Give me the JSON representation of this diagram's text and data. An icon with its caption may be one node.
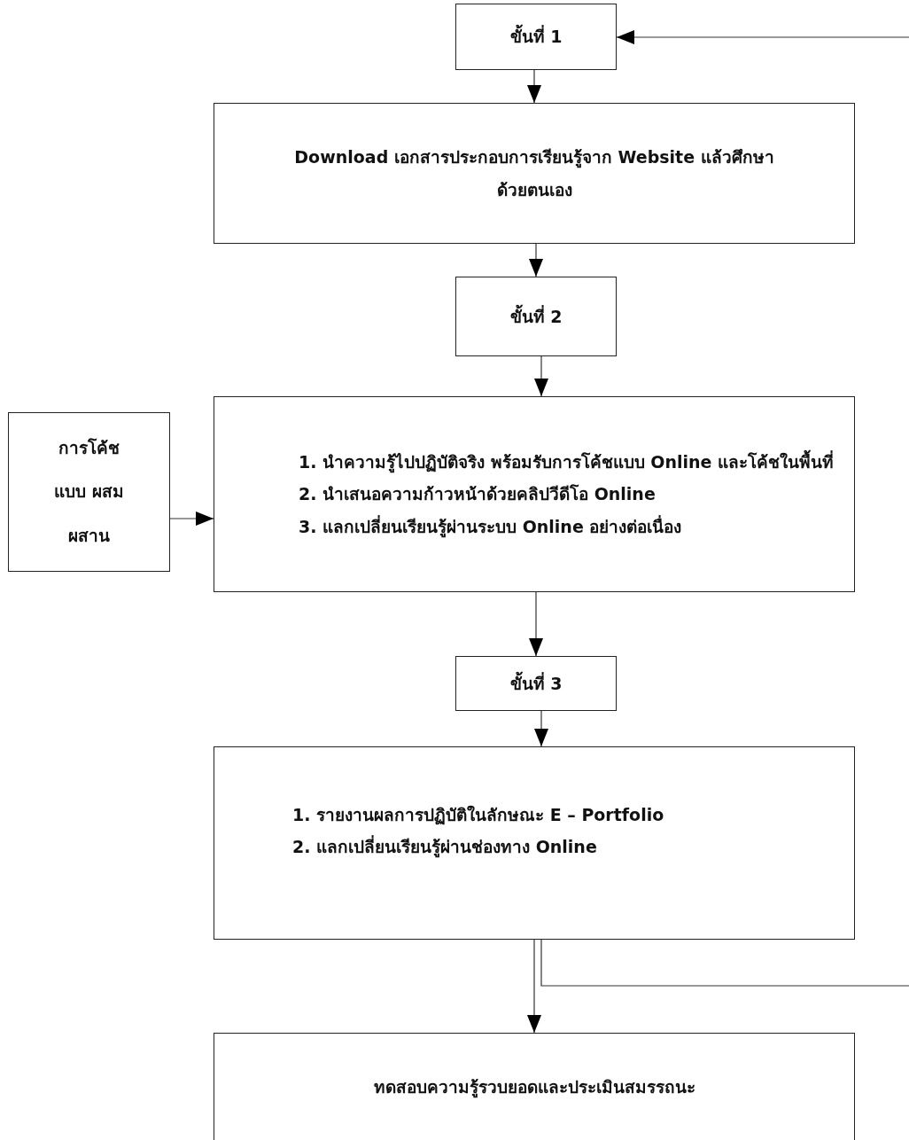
{
  "diagram": {
    "nodes": [
      {
        "text": [
          "ขั้นที่ 1"
        ]
      },
      {
        "text": [
          "Download เอกสารประกอบการเรียนรู้จาก Website แล้วศึกษาด้วยตนเอง"
        ]
      },
      {
        "text": [
          "ขั้นที่ 2"
        ]
      },
      {
        "text": [
          "การโค้ช แบบ ผสมผสาน"
        ]
      },
      {
        "text": [
          "1. นำความรู้ไปปฏิบัติจริง พร้อมรับการโค้ชแบบ Online และโค้ชในพื้นที่",
          "2. นำเสนอความก้าวหน้าด้วยคลิปวีดีโอ Online",
          "3. แลกเปลี่ยนเรียนรู้ผ่านระบบ Online อย่างต่อเนื่อง"
        ]
      },
      {
        "text": [
          "ขั้นที่ 3"
        ]
      },
      {
        "text": [
          "1. รายงานผลการปฏิบัติในลักษณะ E – Portfolio",
          "2. แลกเปลี่ยนเรียนรู้ผ่านช่องทาง Online"
        ]
      },
      {
        "text": [
          "ทดสอบความรู้รวบยอดและประเมินสมรรถนะ"
        ]
      }
    ],
    "edges": [
      {
        "from": 0,
        "to": 1,
        "arrow": "to"
      },
      {
        "from": 1,
        "to": 2,
        "arrow": "to"
      },
      {
        "from": 2,
        "to": 4,
        "arrow": "to"
      },
      {
        "from": 3,
        "to": 4,
        "arrow": "to"
      },
      {
        "from": 4,
        "to": 5,
        "arrow": "to"
      },
      {
        "from": 5,
        "to": 6,
        "arrow": "to"
      },
      {
        "from": 6,
        "to": 7,
        "arrow": "to"
      },
      {
        "from": 6,
        "to": null,
        "arrow": "none"
      },
      {
        "from": null,
        "to": 0,
        "arrow": "to"
      }
    ]
  }
}
